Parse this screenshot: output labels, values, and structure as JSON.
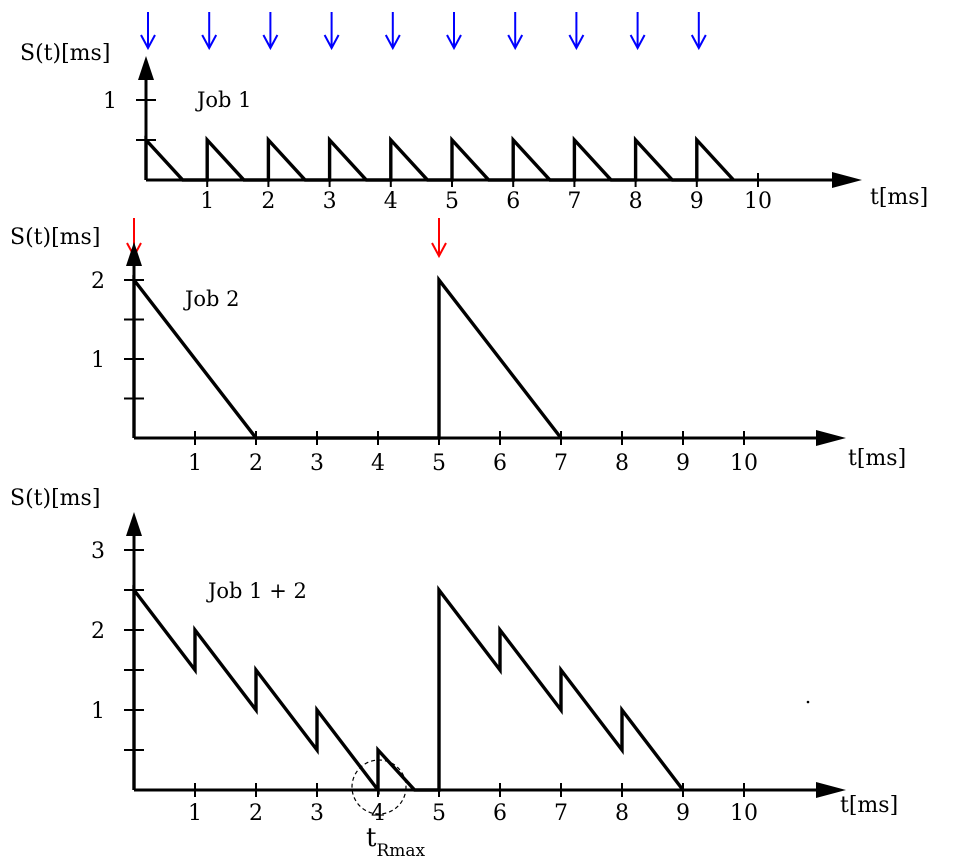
{
  "panels": [
    {
      "job_label": "Job 1",
      "y_axis_label": "S(t)[ms]",
      "x_axis_label": "t[ms]",
      "x_tick_labels": [
        "1",
        "2",
        "3",
        "4",
        "5",
        "6",
        "7",
        "8",
        "9",
        "10"
      ],
      "y_tick_labels": [
        "1"
      ],
      "arrival_times": [
        0,
        1,
        2,
        3,
        4,
        5,
        6,
        7,
        8,
        9
      ],
      "arrow_color": "#0000ff",
      "curve": [
        [
          0,
          0
        ],
        [
          0,
          0.5
        ],
        [
          0.6,
          0
        ],
        [
          1,
          0
        ],
        [
          1,
          0.5
        ],
        [
          1.6,
          0
        ],
        [
          2,
          0
        ],
        [
          2,
          0.5
        ],
        [
          2.6,
          0
        ],
        [
          3,
          0
        ],
        [
          3,
          0.5
        ],
        [
          3.6,
          0
        ],
        [
          4,
          0
        ],
        [
          4,
          0.5
        ],
        [
          4.6,
          0
        ],
        [
          5,
          0
        ],
        [
          5,
          0.5
        ],
        [
          5.6,
          0
        ],
        [
          6,
          0
        ],
        [
          6,
          0.5
        ],
        [
          6.6,
          0
        ],
        [
          7,
          0
        ],
        [
          7,
          0.5
        ],
        [
          7.6,
          0
        ],
        [
          8,
          0
        ],
        [
          8,
          0.5
        ],
        [
          8.6,
          0
        ],
        [
          9,
          0
        ],
        [
          9,
          0.5
        ],
        [
          9.6,
          0
        ]
      ]
    },
    {
      "job_label": "Job 2",
      "y_axis_label": "S(t)[ms]",
      "x_axis_label": "t[ms]",
      "x_tick_labels": [
        "1",
        "2",
        "3",
        "4",
        "5",
        "6",
        "7",
        "8",
        "9",
        "10"
      ],
      "y_tick_labels": [
        "1",
        "2"
      ],
      "arrival_times": [
        0,
        5
      ],
      "arrow_color": "#ff0000",
      "curve": [
        [
          0,
          0
        ],
        [
          0,
          2
        ],
        [
          2,
          0
        ],
        [
          5,
          0
        ],
        [
          5,
          2
        ],
        [
          7,
          0
        ]
      ]
    },
    {
      "job_label": "Job 1 + 2",
      "y_axis_label": "S(t)[ms]",
      "x_axis_label": "t[ms]",
      "x_tick_labels": [
        "1",
        "2",
        "3",
        "4",
        "5",
        "6",
        "7",
        "8",
        "9",
        "10"
      ],
      "y_tick_labels": [
        "1",
        "2",
        "3"
      ],
      "special_label_main": "t",
      "special_label_sub": "Rmax",
      "curve": [
        [
          0,
          0
        ],
        [
          0,
          2.5
        ],
        [
          1,
          1.5
        ],
        [
          1,
          2
        ],
        [
          2,
          1
        ],
        [
          2,
          1.5
        ],
        [
          3,
          0.5
        ],
        [
          3,
          1
        ],
        [
          4,
          0
        ],
        [
          4,
          0.5
        ],
        [
          4.6,
          0
        ],
        [
          5,
          0
        ],
        [
          5,
          2.5
        ],
        [
          6,
          1.5
        ],
        [
          6,
          2
        ],
        [
          7,
          1
        ],
        [
          7,
          1.5
        ],
        [
          8,
          0.5
        ],
        [
          8,
          1
        ],
        [
          9,
          0
        ]
      ]
    }
  ]
}
